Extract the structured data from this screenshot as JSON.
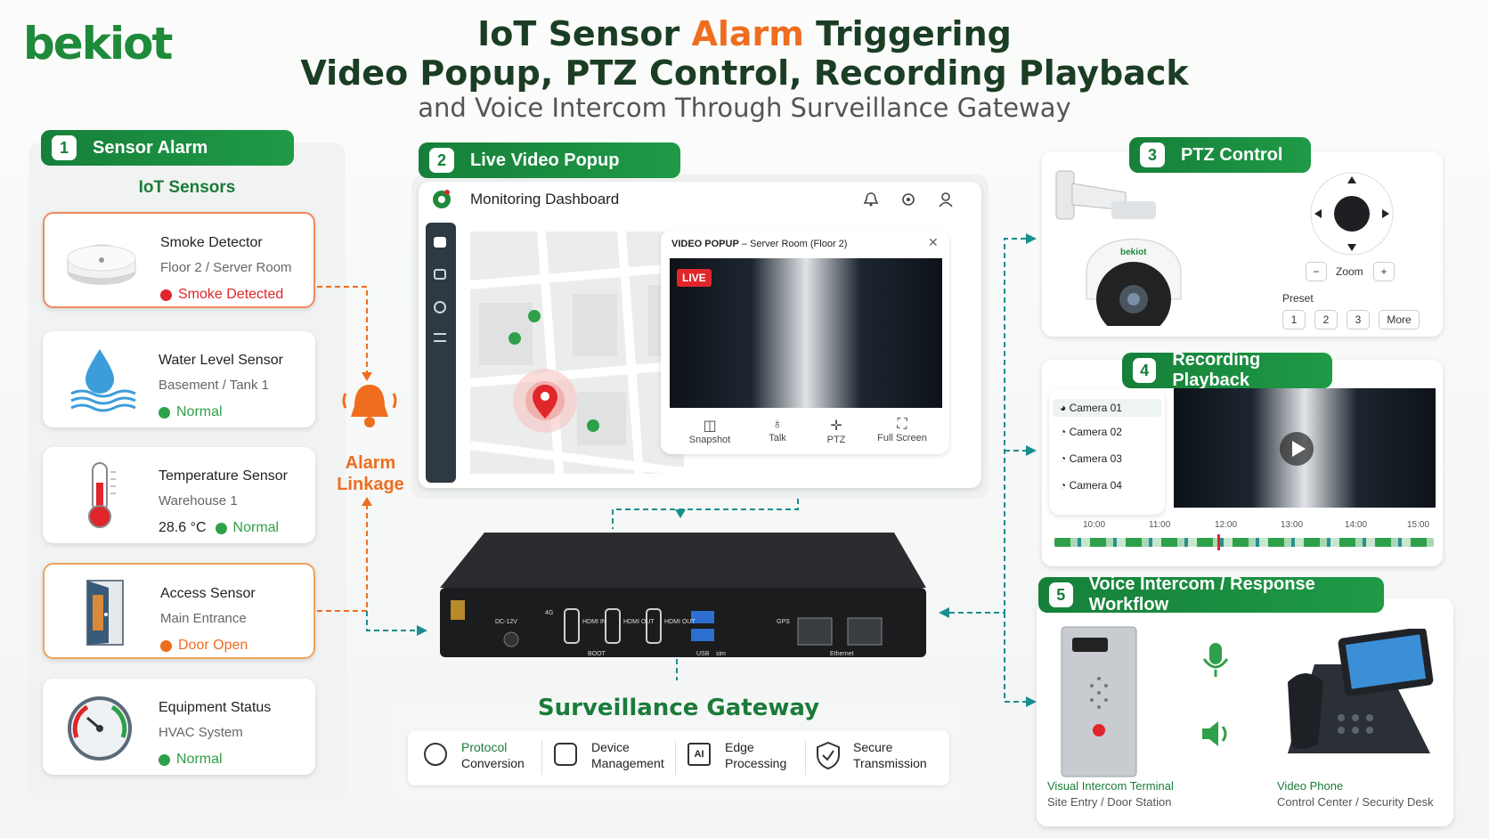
{
  "logo": "bekiot",
  "title": {
    "line1_pre": "IoT Sensor ",
    "line1_alarm": "Alarm",
    "line1_post": " Triggering",
    "line2": "Video Popup, PTZ Control, Recording Playback",
    "line3": "and Voice Intercom Through Surveillance Gateway"
  },
  "sections": {
    "s1": {
      "num": "1",
      "label": "Sensor Alarm"
    },
    "s2": {
      "num": "2",
      "label": "Live Video Popup"
    },
    "s3": {
      "num": "3",
      "label": "PTZ Control"
    },
    "s4": {
      "num": "4",
      "label": "Recording Playback"
    },
    "s5": {
      "num": "5",
      "label": "Voice Intercom / Response Workflow"
    }
  },
  "sensors_heading": "IoT Sensors",
  "sensors": [
    {
      "name": "Smoke Detector",
      "location": "Floor 2 / Server Room",
      "status": "Smoke Detected",
      "status_color": "#e0262b"
    },
    {
      "name": "Water Level Sensor",
      "location": "Basement / Tank 1",
      "status": "Normal",
      "status_color": "#2fa04a"
    },
    {
      "name": "Temperature Sensor",
      "location": "Warehouse 1",
      "reading": "28.6 °C",
      "status": "Normal",
      "status_color": "#2fa04a"
    },
    {
      "name": "Access Sensor",
      "location": "Main Entrance",
      "status": "Door Open",
      "status_color": "#ef6d1f"
    },
    {
      "name": "Equipment Status",
      "location": "HVAC System",
      "status": "Normal",
      "status_color": "#2fa04a"
    }
  ],
  "alarm_linkage": {
    "line1": "Alarm",
    "line2": "Linkage"
  },
  "dashboard": {
    "title": "Monitoring Dashboard",
    "popup_title_bold": "VIDEO POPUP",
    "popup_title_rest": " – Server Room (Floor 2)",
    "live_badge": "LIVE",
    "controls": [
      "Snapshot",
      "Talk",
      "PTZ",
      "Full Screen"
    ]
  },
  "ptz": {
    "camera_brand": "bekiot",
    "zoom_label": "Zoom",
    "zoom_minus": "−",
    "zoom_plus": "+",
    "preset_label": "Preset",
    "presets": [
      "1",
      "2",
      "3",
      "More"
    ]
  },
  "recording": {
    "cameras": [
      "Camera 01",
      "Camera 02",
      "Camera 03",
      "Camera 04"
    ],
    "timeline": [
      "10:00",
      "11:00",
      "12:00",
      "13:00",
      "14:00",
      "15:00"
    ]
  },
  "voice": {
    "terminal_name": "Visual Intercom Terminal",
    "terminal_sub": "Site Entry / Door Station",
    "phone_name": "Video Phone",
    "phone_sub": "Control Center / Security Desk"
  },
  "gateway": {
    "title": "Surveillance Gateway",
    "ports": {
      "dc": "DC-12V",
      "fourg": "4G",
      "hdmi_in": "HDMI IN",
      "hdmi_out1": "HDMI OUT",
      "hdmi_out2": "HDMI OUT",
      "gps": "GPS",
      "boot": "BOOT",
      "usb": "USB",
      "sim": "sim",
      "ethernet": "Ethernet"
    },
    "features": [
      {
        "line1": "Protocol",
        "line2": "Conversion",
        "icon": "protocol-icon"
      },
      {
        "line1": "Device",
        "line2": "Management",
        "icon": "device-icon"
      },
      {
        "line1": "Edge",
        "line2": "Processing",
        "icon": "ai-chip-icon"
      },
      {
        "line1": "Secure",
        "line2": "Transmission",
        "icon": "shield-icon"
      }
    ]
  }
}
